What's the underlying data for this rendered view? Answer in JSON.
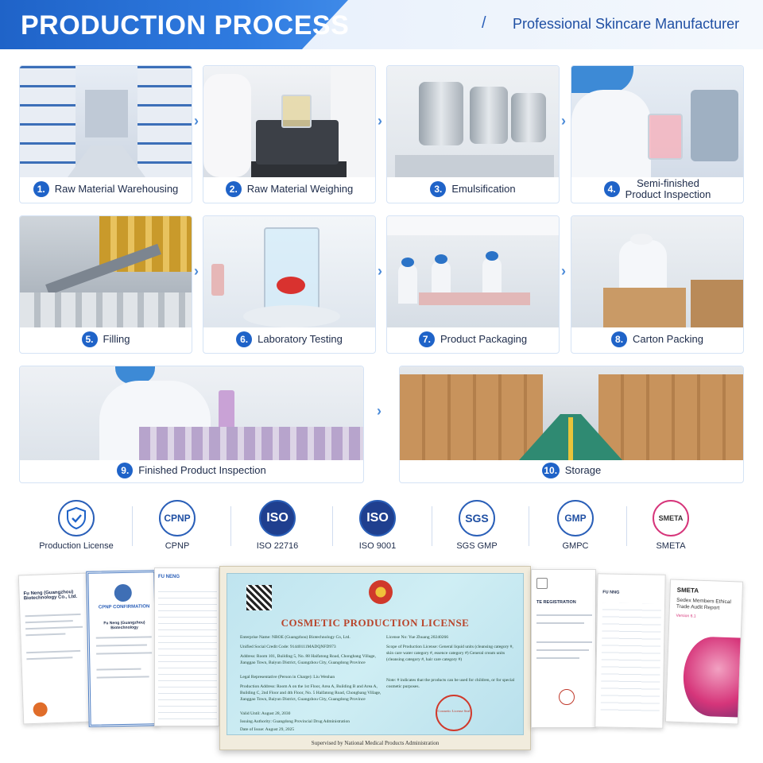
{
  "header": {
    "title": "PRODUCTION PROCESS",
    "slash": "/",
    "subtitle": "Professional Skincare Manufacturer"
  },
  "steps": [
    {
      "num": "1.",
      "label": "Raw Material Warehousing"
    },
    {
      "num": "2.",
      "label": "Raw Material Weighing"
    },
    {
      "num": "3.",
      "label": "Emulsification"
    },
    {
      "num": "4.",
      "label": "Semi-finished Product Inspection"
    },
    {
      "num": "5.",
      "label": "Filling"
    },
    {
      "num": "6.",
      "label": "Laboratory Testing"
    },
    {
      "num": "7.",
      "label": "Product Packaging"
    },
    {
      "num": "8.",
      "label": "Carton Packing"
    },
    {
      "num": "9.",
      "label": "Finished Product Inspection"
    },
    {
      "num": "10.",
      "label": "Storage"
    }
  ],
  "step4_lines": [
    "Semi-finished",
    "Product Inspection"
  ],
  "arrow_glyph": "›",
  "certifications": [
    {
      "icon": "shield-check-icon",
      "label": "Production License",
      "text": ""
    },
    {
      "icon": "cpnp-logo-icon",
      "label": "CPNP",
      "text": "CPNP"
    },
    {
      "icon": "iso-logo-icon",
      "label": "ISO 22716",
      "text": "ISO"
    },
    {
      "icon": "iso-logo-icon",
      "label": "ISO 9001",
      "text": "ISO"
    },
    {
      "icon": "sgs-logo-icon",
      "label": "SGS GMP",
      "text": "SGS"
    },
    {
      "icon": "gmp-logo-icon",
      "label": "GMPC",
      "text": "GMP"
    },
    {
      "icon": "smeta-logo-icon",
      "label": "SMETA",
      "text": "SMETA"
    }
  ],
  "license": {
    "title": "COSMETIC PRODUCTION LICENSE",
    "footer": "Supervised by National Medical Products Administration",
    "enterprise": "Enterprise Name: NBOE (Guangzhou) Biotechnology Co, Ltd.",
    "credit": "Unified Social Credit Code: 91440111MADQNFD973",
    "address": "Address: Room 101, Building 5, No. 88 Haifatong Road, Chongbang Village, Jianggao Town, Baiyun District, Guangzhou City, Guangdong Province",
    "rep": "Legal Representative (Person in Charge): Liu Wenhan",
    "prod_address": "Production Address: Room A on the 1st Floor, Area A, Building B and Area A, Building C, 2nd Floor and 4th Floor, No. 5 Haifatong Road, Chongbang Village, Jianggao Town, Baiyun District, Guangzhou City, Guangdong Province",
    "valid": "Valid Until: August 28, 2030",
    "authority": "Issuing Authority: Guangdong Provincial Drug Administration",
    "date": "Date of Issue: August 29, 2025",
    "license_no": "License No: Yue Zhuang 20240266",
    "scope": "Scope of Production License: General liquid units (cleansing category #, skin care water category #, essence category #) General cream units (cleansing category #, hair care category #)",
    "note": "Note: # indicates that the products can be used for children, or for special cosmetic purposes.",
    "seal": "Cosmetic License Seal"
  },
  "docs": {
    "left1_title": "Fu Neng (Guangzhou) Biotechnology Co., Ltd.",
    "left2_title": "CPNP CONFIRMATION",
    "left2_company": "Fu Neng (Guangzhou) Biotechnology",
    "left3_title": "FU NENG",
    "right1_title": "TE REGISTRATION",
    "right2_title": "FU NNG",
    "smeta_brand": "SMETA",
    "smeta_title": "Sedex Members Ethical Trade Audit Report",
    "smeta_version": "Version 6.1"
  }
}
